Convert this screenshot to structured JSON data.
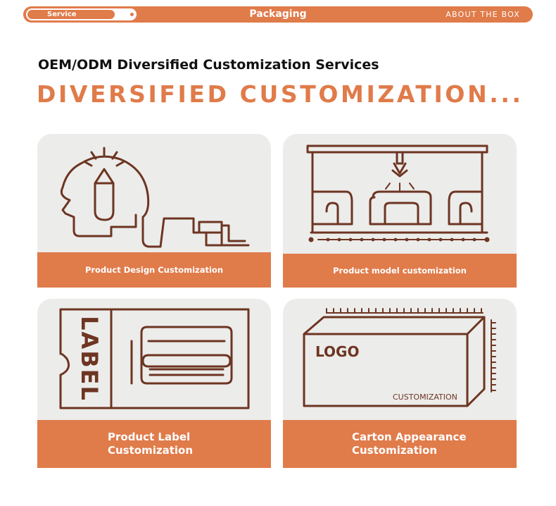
{
  "topbar": {
    "service_label": "Service",
    "title": "Packaging",
    "right_label": "ABOUT THE BOX"
  },
  "heading": "OEM/ODM Diversified Customization Services",
  "big_title": "DIVERSIFIED CUSTOMIZATION...",
  "cards": [
    {
      "caption": "Product Design Customization"
    },
    {
      "caption": "Product model customization"
    },
    {
      "caption_line1": "Product Label",
      "caption_line2": "Customization",
      "label_text": "LABEL"
    },
    {
      "caption_line1": "Carton Appearance",
      "caption_line2": "Customization",
      "logo_text": "LOGO",
      "box_text": "CUSTOMIZATION"
    }
  ],
  "colors": {
    "accent": "#e07b4a",
    "line": "#6d3522",
    "card_bg": "#ececea"
  }
}
